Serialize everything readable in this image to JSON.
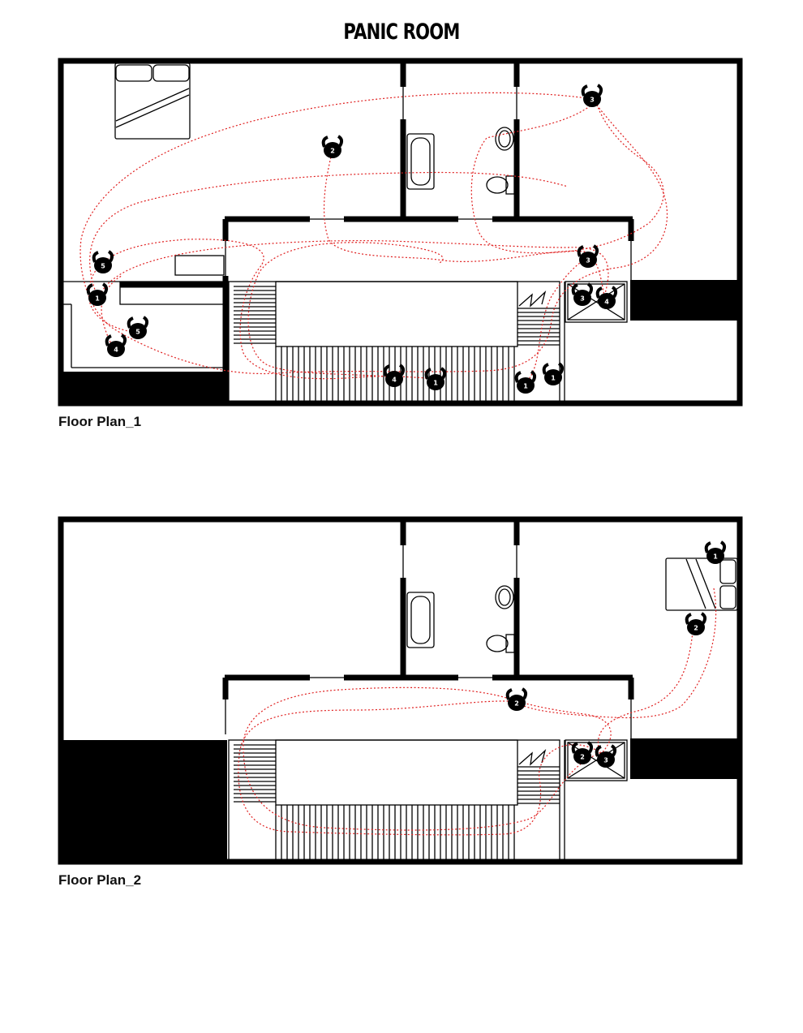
{
  "title": "PANIC ROOM",
  "plans": [
    {
      "caption": "Floor Plan_1",
      "figures": [
        "3",
        "2",
        "5",
        "1",
        "5",
        "4",
        "3",
        "3",
        "4",
        "1",
        "1",
        "4",
        "1"
      ]
    },
    {
      "caption": "Floor Plan_2",
      "figures": [
        "1",
        "2",
        "2",
        "2",
        "3"
      ]
    }
  ],
  "colors": {
    "walls": "#000000",
    "paths": "#e02020",
    "background": "#ffffff"
  }
}
